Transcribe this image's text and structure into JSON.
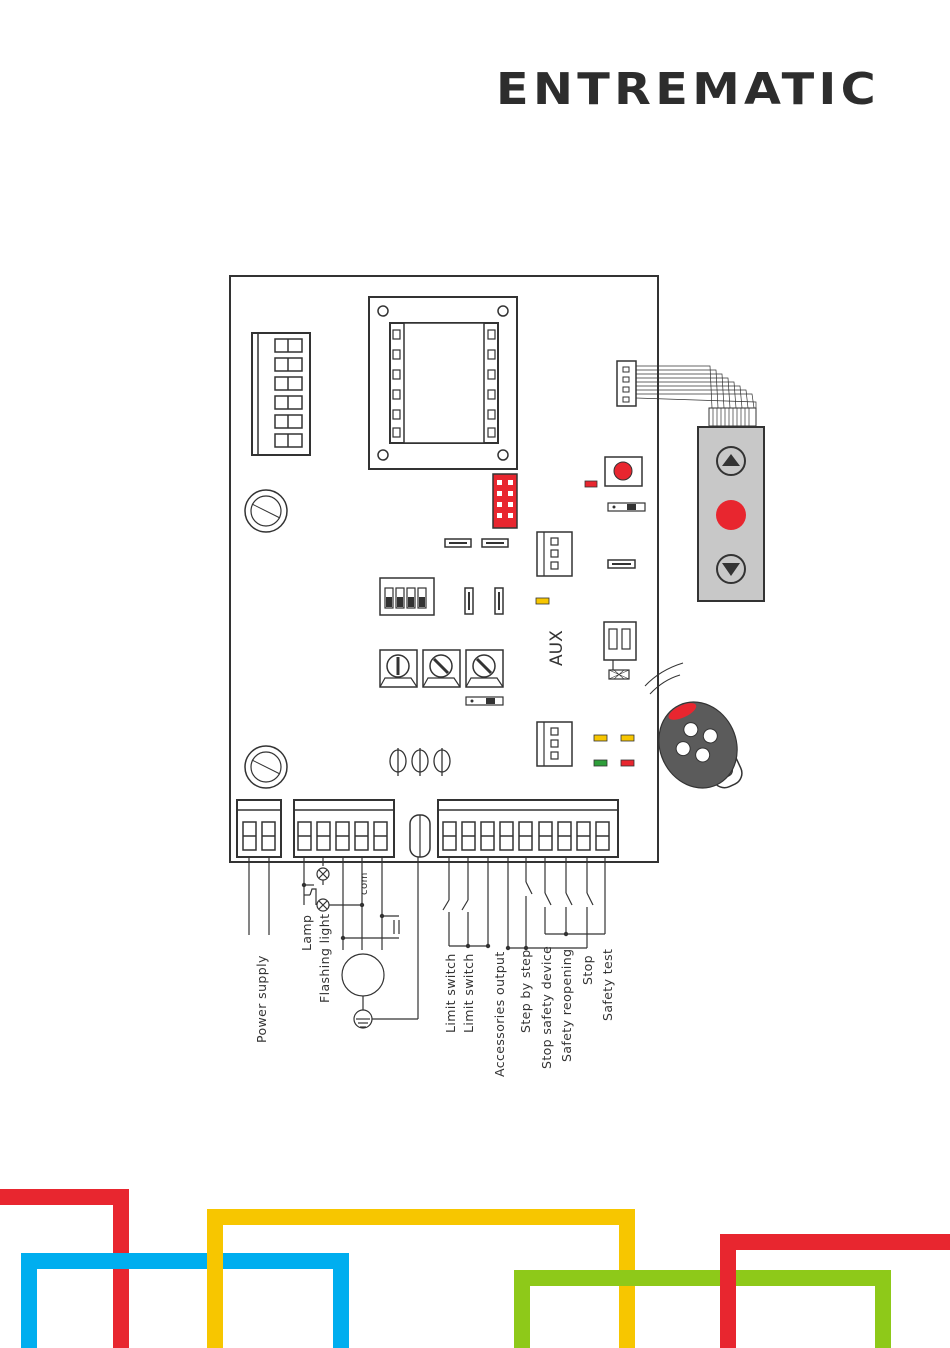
{
  "brand": {
    "logo_text": "ENTREMATIC"
  },
  "board": {
    "aux_label": "AUX"
  },
  "wiring_labels": {
    "power_supply": "Power supply",
    "lamp": "Lamp",
    "flashing_light": "Flashing light",
    "com": "com",
    "limit_switch_1": "Limit switch",
    "limit_switch_2": "Limit switch",
    "accessories_output": "Accessories output",
    "step_by_step": "Step by step",
    "stop_safety_device": "Stop safety device",
    "safety_reopening": "Safety reopening",
    "stop": "Stop",
    "safety_test": "Safety test"
  },
  "colors": {
    "stroke": "#333333",
    "red": "#e8262f",
    "yellow": "#f7c600",
    "green": "#2e9e3a",
    "blue": "#00aeef",
    "lime": "#8ec919",
    "keypad": "#c8c8c8",
    "remote": "#5b5b5b"
  }
}
